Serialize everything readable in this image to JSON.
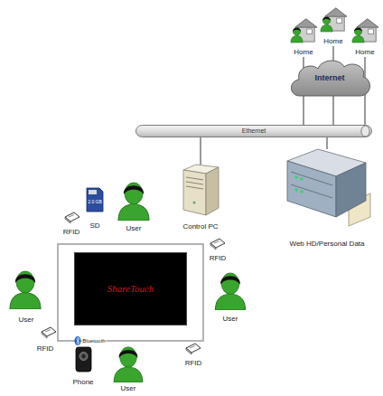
{
  "diagram": {
    "nodes": [
      {
        "text": [
          "Home"
        ]
      },
      {
        "text": [
          "Home"
        ]
      },
      {
        "text": [
          "Home"
        ]
      },
      {
        "text": [
          "Internet"
        ]
      },
      {
        "text": [
          "Ethernet"
        ]
      },
      {
        "text": [
          "Control PC"
        ]
      },
      {
        "text": [
          "Web HD/Personal Data"
        ]
      },
      {
        "text": [
          "ShareTouch"
        ]
      }
    ],
    "edges": [
      {
        "from": 0,
        "to": 4,
        "arrow": "none"
      },
      {
        "from": 1,
        "to": 4,
        "arrow": "none"
      },
      {
        "from": 2,
        "to": 4,
        "arrow": "none"
      },
      {
        "from": 5,
        "to": 4,
        "arrow": "none"
      },
      {
        "from": 6,
        "to": 4,
        "arrow": "none"
      }
    ],
    "labels": [
      "SD",
      "2.0 GB",
      "User",
      "RFID",
      "RFID",
      "User",
      "User",
      "RFID",
      "Bluetooth",
      "RFID",
      "Phone",
      "User"
    ]
  }
}
